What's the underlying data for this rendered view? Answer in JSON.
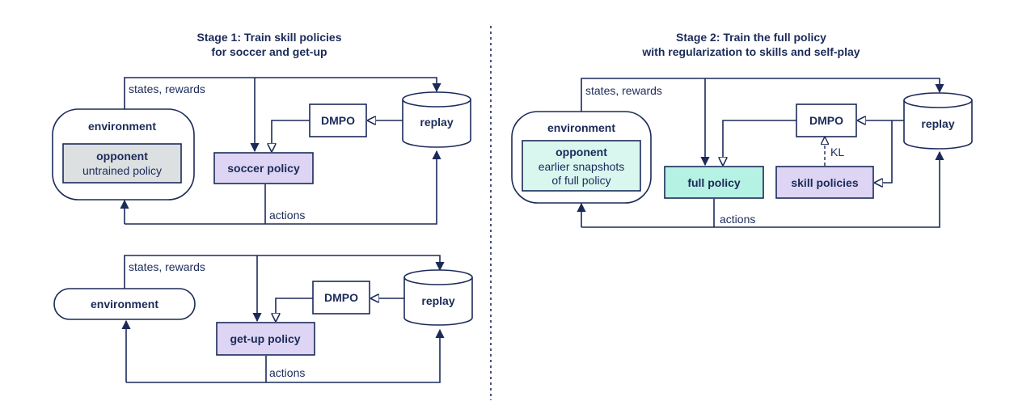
{
  "colors": {
    "ink": "#1b2a59",
    "soccer_policy_fill": "#ddd5f3",
    "getup_policy_fill": "#ddd5f3",
    "skill_policies_fill": "#ddd5f3",
    "full_policy_fill": "#b6f2e4",
    "opponent_stage1_fill": "#dde0e1",
    "opponent_stage2_fill": "#d9f7ef"
  },
  "stage1": {
    "title_line1": "Stage 1: Train skill policies",
    "title_line2": "for soccer and get-up",
    "soccer": {
      "environment": "environment",
      "opponent_title": "opponent",
      "opponent_sub": "untrained policy",
      "policy": "soccer policy",
      "dmpo": "DMPO",
      "replay": "replay",
      "states_rewards": "states, rewards",
      "actions": "actions"
    },
    "getup": {
      "environment": "environment",
      "policy": "get-up policy",
      "dmpo": "DMPO",
      "replay": "replay",
      "states_rewards": "states, rewards",
      "actions": "actions"
    }
  },
  "stage2": {
    "title_line1": "Stage 2: Train the full policy",
    "title_line2": "with regularization to skills and self-play",
    "environment": "environment",
    "opponent_title": "opponent",
    "opponent_sub1": "earlier snapshots",
    "opponent_sub2": "of full policy",
    "full_policy": "full policy",
    "skill_policies": "skill policies",
    "dmpo": "DMPO",
    "replay": "replay",
    "kl": "KL",
    "states_rewards": "states, rewards",
    "actions": "actions"
  }
}
